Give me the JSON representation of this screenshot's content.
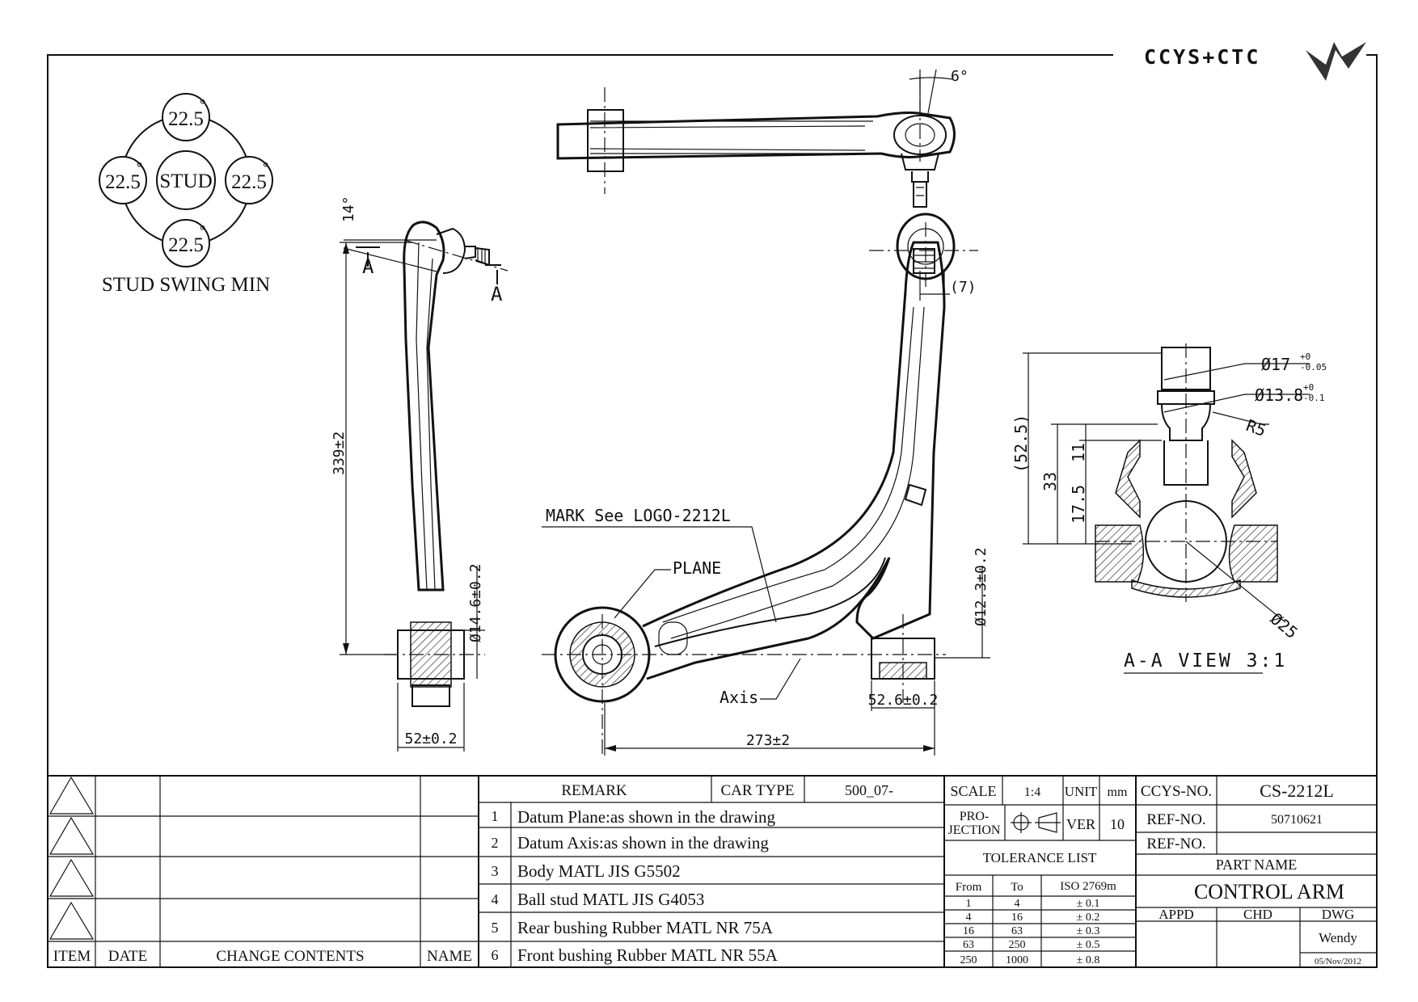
{
  "logo": {
    "text": "CCYS+CTC"
  },
  "stud_swing": {
    "center": "STUD",
    "angle_top": "22.5",
    "angle_left": "22.5",
    "angle_right": "22.5",
    "angle_bottom": "22.5",
    "degree_mark": "°",
    "caption": "STUD SWING MIN"
  },
  "dimensions": {
    "top_angle": "6°",
    "side_angle": "14°",
    "section_mark": "A",
    "height": "339±2",
    "bushing_dia": "Ø14.6±0.2",
    "width_side": "52±0.2",
    "length": "273±2",
    "offset": "(7)",
    "bushing_dia_right": "Ø12.3±0.2",
    "rear_width": "52.6±0.2",
    "mark_note": "MARK See LOGO-2212L",
    "plane_label": "PLANE",
    "axis_label": "Axis"
  },
  "section_view": {
    "title": "A-A VIEW 3:1",
    "d17": "Ø17",
    "d17_tol_upper": "+0",
    "d17_tol_lower": "-0.05",
    "d13": "Ø13.8",
    "d13_tol_upper": "+0",
    "d13_tol_lower": "-0.1",
    "radius": "R5",
    "h52": "(52.5)",
    "h33": "33",
    "h11": "11",
    "h17": "17.5",
    "d25": "Ø25"
  },
  "revision_table": {
    "headers": {
      "item": "ITEM",
      "date": "DATE",
      "change": "CHANGE CONTENTS",
      "name": "NAME"
    }
  },
  "remarks": {
    "header": "REMARK",
    "car_type_label": "CAR TYPE",
    "car_type_value": "500_07-",
    "items": [
      {
        "no": "1",
        "text": "Datum Plane:as shown in the drawing"
      },
      {
        "no": "2",
        "text": "Datum Axis:as shown in the drawing"
      },
      {
        "no": "3",
        "text": "Body MATL JIS G5502"
      },
      {
        "no": "4",
        "text": "Ball stud MATL JIS G4053"
      },
      {
        "no": "5",
        "text": "Rear bushing Rubber MATL NR 75A"
      },
      {
        "no": "6",
        "text": "Front bushing Rubber MATL NR 55A"
      }
    ]
  },
  "spec": {
    "scale_label": "SCALE",
    "scale_value": "1:4",
    "unit_label": "UNIT",
    "unit_value": "mm",
    "projection_label_1": "PRO-",
    "projection_label_2": "JECTION",
    "ver_label": "VER",
    "ver_value": "10",
    "tolerance_title": "TOLERANCE LIST",
    "tol_headers": {
      "from": "From",
      "to": "To",
      "std": "ISO 2769m"
    },
    "tolerances": [
      {
        "from": "1",
        "to": "4",
        "tol": "± 0.1"
      },
      {
        "from": "4",
        "to": "16",
        "tol": "± 0.2"
      },
      {
        "from": "16",
        "to": "63",
        "tol": "± 0.3"
      },
      {
        "from": "63",
        "to": "250",
        "tol": "± 0.5"
      },
      {
        "from": "250",
        "to": "1000",
        "tol": "± 0.8"
      }
    ]
  },
  "title_block": {
    "ccys_no_label": "CCYS-NO.",
    "ccys_no_value": "CS-2212L",
    "ref_no_label": "REF-NO.",
    "ref_no_value": "50710621",
    "ref_no2_label": "REF-NO.",
    "ref_no2_value": "",
    "part_name_label": "PART NAME",
    "part_name_value": "CONTROL ARM",
    "appd_label": "APPD",
    "chd_label": "CHD",
    "dwg_label": "DWG",
    "dwg_value": "Wendy",
    "date_value": "05/Nov/2012"
  }
}
